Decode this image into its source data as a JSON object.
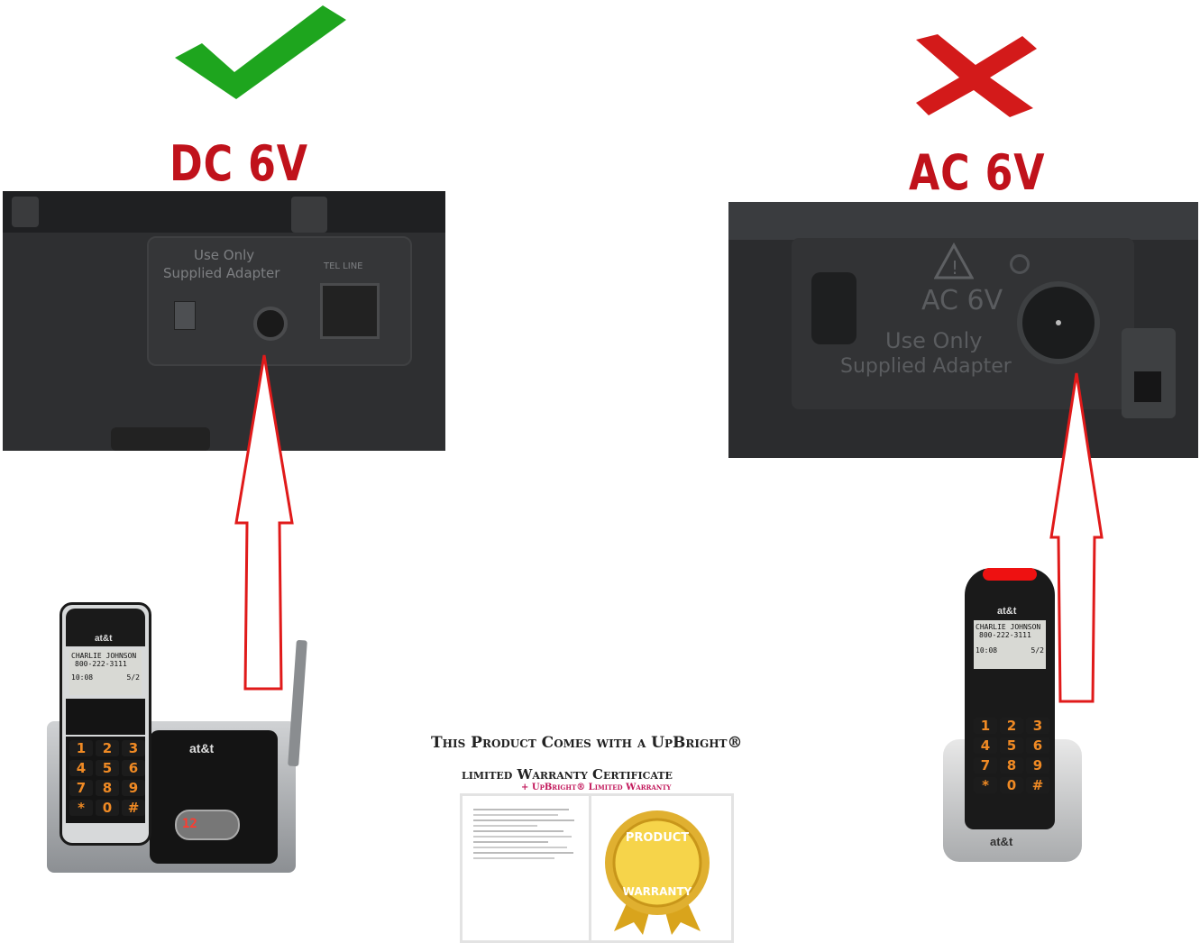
{
  "left": {
    "label": "DC  6V",
    "label_color": "#c0121b",
    "check_icon_color": "#1ea51e",
    "panel_text": {
      "line1": "Use Only",
      "line2": "Supplied Adapter",
      "jack_label": "TEL LINE"
    }
  },
  "right": {
    "label": "AC  6V",
    "label_color": "#c0121b",
    "cross_icon_color": "#d31a1a",
    "panel_text": {
      "rating": "AC 6V",
      "line1": "Use Only",
      "line2": "Supplied Adapter"
    }
  },
  "arrow_color": "#e01a1a",
  "phones": {
    "brand": "at&t",
    "caller_name": "CHARLIE JOHNSON",
    "caller_number": "800-222-3111",
    "time": "10:08",
    "date": "5/2",
    "base_display": "12",
    "keys": [
      "1",
      "2",
      "3",
      "4",
      "5",
      "6",
      "7",
      "8",
      "9",
      "*",
      "0",
      "#"
    ]
  },
  "certificate": {
    "title_line1": "This Product Comes with a UpBright®",
    "title_line2": "limited Warranty Certificate",
    "subtitle": "+ UpBright® Limited Warranty",
    "seal_top": "PRODUCT",
    "seal_bottom": "WARRANTY"
  }
}
